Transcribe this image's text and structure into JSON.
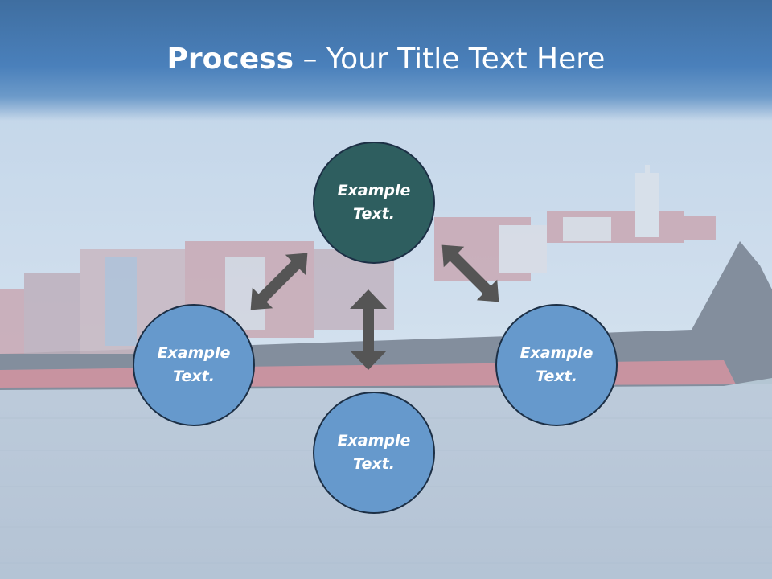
{
  "slide": {
    "title_bold": "Process",
    "title_rest": " – Your Title Text Here"
  },
  "background": {
    "image": "container-ship-photo",
    "tint": "#c9d9ea"
  },
  "nodes": {
    "top": {
      "line1": "Example",
      "line2": "Text."
    },
    "left": {
      "line1": "Example",
      "line2": "Text."
    },
    "right": {
      "line1": "Example",
      "line2": "Text."
    },
    "bottom": {
      "line1": "Example",
      "line2": "Text."
    }
  },
  "colors": {
    "primary_node": "#2e5e5f",
    "secondary_node": "#6699cc",
    "arrow": "#555555",
    "title_band": "#4a80bb"
  }
}
